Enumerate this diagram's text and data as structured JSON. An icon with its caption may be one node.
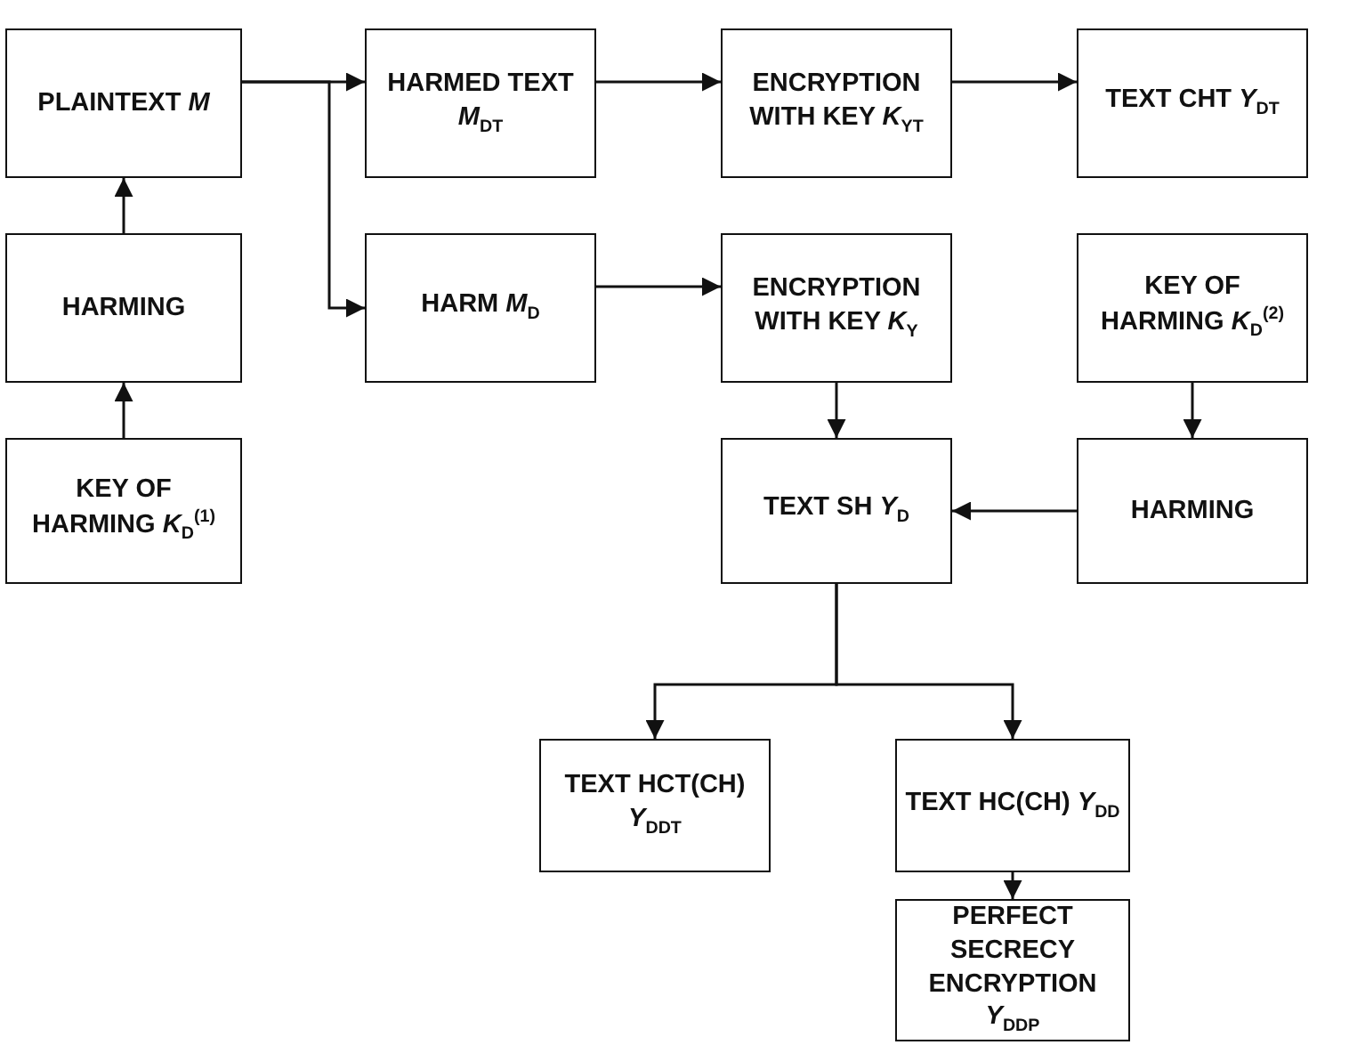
{
  "diagram": {
    "nodes": [
      {
        "text": [
          "PLAINTEXT *M*"
        ]
      },
      {
        "text": [
          "HARMED TEXT *M*$_{DT}$"
        ]
      },
      {
        "text": [
          "ENCRYPTION WITH KEY *K*$_{YT}$"
        ]
      },
      {
        "text": [
          "TEXT CHT *Y*$_{DT}$"
        ]
      },
      {
        "text": [
          "HARMING"
        ]
      },
      {
        "text": [
          "HARM *M*$_{D}$"
        ]
      },
      {
        "text": [
          "ENCRYPTION WITH KEY *K*$_{Y}$"
        ]
      },
      {
        "text": [
          "KEY OF HARMING *K*$_{D}$$^{(2)}$"
        ]
      },
      {
        "text": [
          "KEY OF HARMING *K*$_{D}$$^{(1)}$"
        ]
      },
      {
        "text": [
          "TEXT SH *Y*$_{D}$"
        ]
      },
      {
        "text": [
          "HARMING"
        ]
      },
      {
        "text": [
          "TEXT HCT(CH) *Y*$_{DDT}$"
        ]
      },
      {
        "text": [
          "TEXT HC(CH) *Y*$_{DD}$"
        ]
      },
      {
        "text": [
          "PERFECT SECRECY ENCRYPTION *Y*$_{DDP}$"
        ]
      }
    ],
    "edges": [
      {
        "from": 8,
        "to": 4,
        "arrow": "to"
      },
      {
        "from": 4,
        "to": 0,
        "arrow": "to"
      },
      {
        "from": 0,
        "to": 1,
        "arrow": "to"
      },
      {
        "from": 0,
        "to": 5,
        "arrow": "to"
      },
      {
        "from": 1,
        "to": 2,
        "arrow": "to"
      },
      {
        "from": 2,
        "to": 3,
        "arrow": "to"
      },
      {
        "from": 5,
        "to": 6,
        "arrow": "to"
      },
      {
        "from": 6,
        "to": 9,
        "arrow": "to"
      },
      {
        "from": 7,
        "to": 10,
        "arrow": "to"
      },
      {
        "from": 10,
        "to": 9,
        "arrow": "to"
      },
      {
        "from": 9,
        "to": 11,
        "arrow": "to"
      },
      {
        "from": 9,
        "to": 12,
        "arrow": "to"
      },
      {
        "from": 12,
        "to": 13,
        "arrow": "to"
      }
    ]
  }
}
